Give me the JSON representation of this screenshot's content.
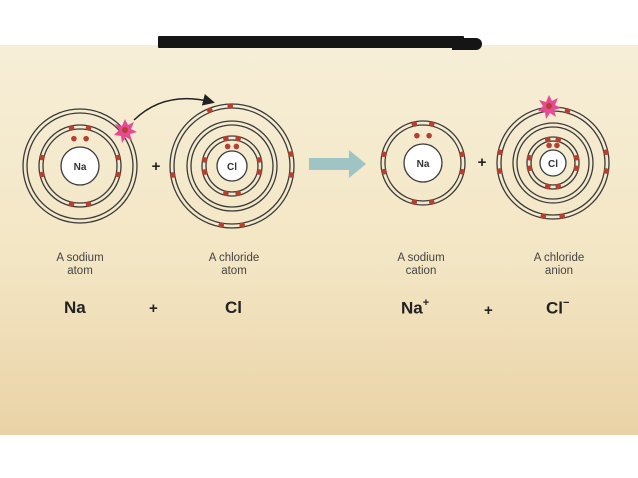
{
  "atoms": {
    "na_atom": {
      "symbol": "Na",
      "shells": [
        2,
        8,
        1
      ]
    },
    "cl_atom": {
      "symbol": "Cl",
      "shells": [
        2,
        8,
        7
      ]
    },
    "na_cation": {
      "symbol": "Na",
      "shells": [
        2,
        8
      ]
    },
    "cl_anion": {
      "symbol": "Cl",
      "shells": [
        2,
        8,
        8
      ]
    }
  },
  "plus_signs": {
    "reactants": "+",
    "products": "+"
  },
  "labels": {
    "sodium_atom": [
      "A sodium",
      "atom"
    ],
    "chloride_atom": [
      "A chloride",
      "atom"
    ],
    "sodium_cation": [
      "A sodium",
      "cation"
    ],
    "chloride_anion": [
      "A chloride",
      "anion"
    ]
  },
  "equation": {
    "na": "Na",
    "plus1": "+",
    "cl": "Cl",
    "na_ion": "Na",
    "na_charge": "+",
    "plus2": "+",
    "cl_ion": "Cl",
    "cl_charge": "−"
  },
  "colors": {
    "electron": "#b6402f",
    "transferred_electron": "#e04a8a",
    "arrow": "#9ec4c6",
    "shell": "#3a3a3a",
    "background": "#f5ebcf"
  }
}
